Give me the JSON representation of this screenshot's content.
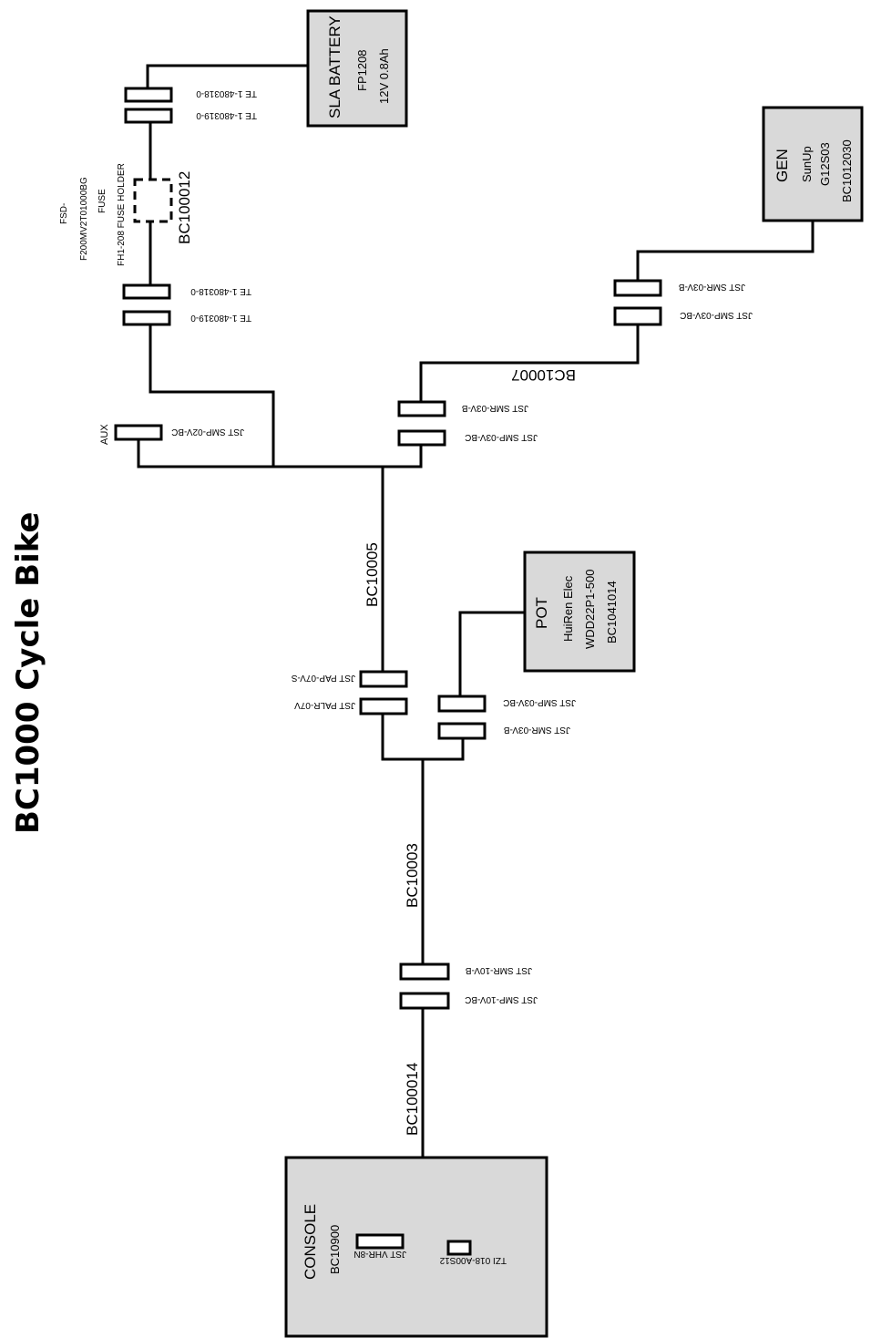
{
  "title": "BC1000 Cycle Bike",
  "components": {
    "battery": {
      "name": "SLA BATTERY",
      "model": "FP1208",
      "spec": "12V 0.8Ah"
    },
    "gen": {
      "name": "GEN",
      "maker": "SunUp",
      "model": "G12S03",
      "part": "BC1012030"
    },
    "pot": {
      "name": "POT",
      "maker": "HuiRen Elec",
      "model": "WDD22P1-500",
      "part": "BC1041014"
    },
    "console": {
      "name": "CONSOLE",
      "part": "BC10900"
    }
  },
  "fuse": {
    "part": "BC100012",
    "line1": "FSD-",
    "line2": "F200MV2T01000BG",
    "line3": "FUSE",
    "line4": "FH1-208 FUSE HOLDER"
  },
  "cables": {
    "c5": "BC10005",
    "c7": "BC10007",
    "c3": "BC10003",
    "c14": "BC100014"
  },
  "aux": "AUX",
  "connectors": {
    "bat_top": "TE 1-480318-0",
    "bat_bot": "TE 1-480319-0",
    "fuse_top": "TE 1-480318-0",
    "fuse_bot": "TE 1-480319-0",
    "aux": "JST SMP-02V-BC",
    "j7_top": "JST SMR-03V-B",
    "j7_bot": "JST SMP-03V-BC",
    "gen_top": "JST SMR-03V-B",
    "gen_bot": "JST SMP-03V-BC",
    "pap": "JST PAP-07V-S",
    "palr": "JST PALR-07V",
    "pot_top": "JST SMP-03V-BC",
    "pot_bot": "JST SMR-03V-B",
    "c10_top": "JST SMR-10V-B",
    "c10_bot": "JST SMP-10V-BC",
    "console_a": "JST VHR-8N",
    "console_b": "TZI 018-A00S12"
  }
}
